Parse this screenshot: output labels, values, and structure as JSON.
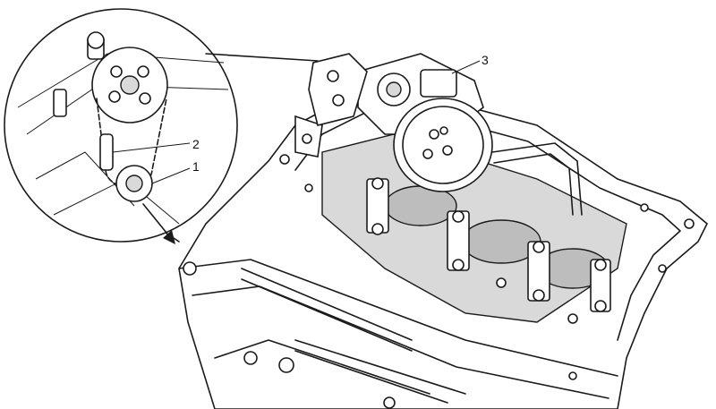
{
  "callouts": [
    {
      "id": "1",
      "text": "1"
    },
    {
      "id": "2",
      "text": "2"
    },
    {
      "id": "3",
      "text": "3"
    }
  ],
  "colors": {
    "line": "#1a1a1a",
    "background": "#ffffff",
    "shade": "#d9d9d9"
  }
}
